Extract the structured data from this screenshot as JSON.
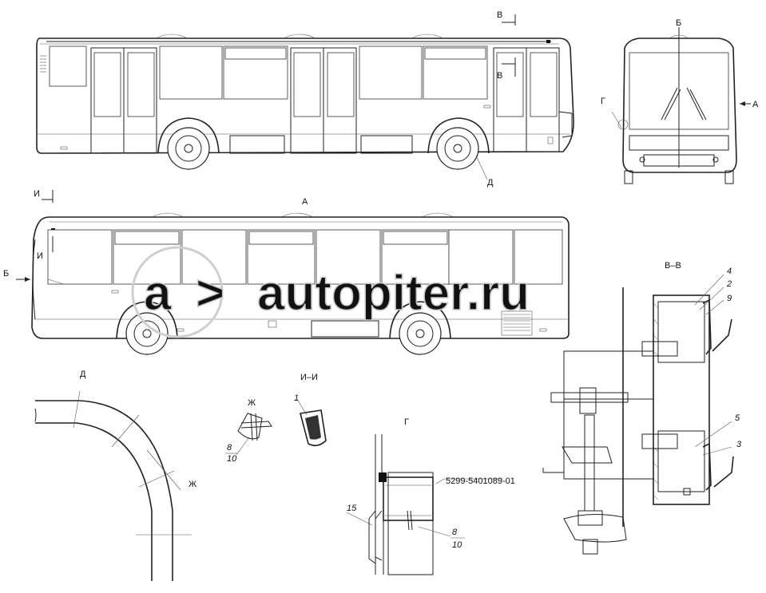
{
  "labels": {
    "view_v_top": "В",
    "view_v_side": "В",
    "view_b_top": "Б",
    "view_b_left": "Б",
    "view_a_front": "А",
    "view_a_top": "А",
    "view_g_mark": "Г",
    "view_d_mark": "Д",
    "view_i_top": "И",
    "view_i_side": "И",
    "section_vv": "В–В",
    "detail_d": "Д",
    "detail_zh_title": "Ж",
    "detail_zh_mark": "Ж",
    "section_ii": "И–И",
    "detail_g": "Г",
    "part_number": "5299-5401089-01"
  },
  "callouts": {
    "c1": "1",
    "c2": "2",
    "c3": "3",
    "c4": "4",
    "c5": "5",
    "c8a": "8",
    "c8b": "8",
    "c9": "9",
    "c10a": "10",
    "c10b": "10",
    "c15": "15"
  },
  "watermark": "autopiter.ru"
}
